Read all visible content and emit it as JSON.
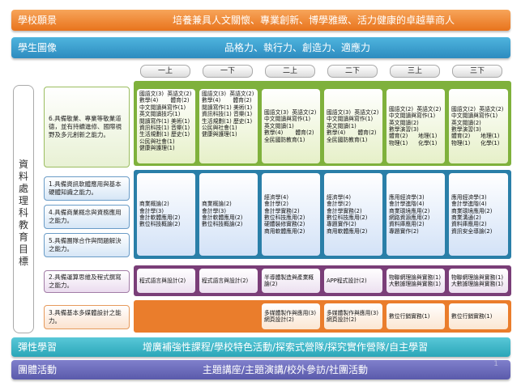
{
  "vision": {
    "label": "學校願景",
    "text": "培養兼具人文關懷、專業創新、博學雅緻、活力健康的卓越華商人"
  },
  "portrait": {
    "label": "學生圖像",
    "text": "品格力、執行力、創造力、適應力"
  },
  "sidebar": {
    "label": "資\n料\n處\n理\n科\n教\n育\n目\n標"
  },
  "semesters": [
    "一上",
    "一下",
    "二上",
    "二下",
    "三上",
    "三下"
  ],
  "goals": [
    "6.具備敬業、專業等敬業道德，並有持續進修、國際視野及多元創新之能力。",
    "1.具備資訊軟體應用與基本硬體知識之能力。",
    "4.具備商業概念與資務應用之能力。",
    "5.具備團隊合作與問題解決之能力。",
    "2.具備運算思維及程式撰寫之能力。",
    "3.具備基本多媒體設計之能力。"
  ],
  "row1": [
    "國語文(3)  英語文(2)\n數學(4)       體育(2)\n中文閱讀與寫作(1)\n英文閱讀技巧(1)\n閱讀寫作(1) 美術(1)\n資訊科技(1) 音樂(1)\n生活規劃(1) 歷史(1)\n公民與社會(1)\n健康與護理(1)",
    "國語文(3)  英語文(2)\n數學(4)       體育(2)\n閱讀寫作(1) 美術(1)\n資訊科技(1) 音樂(1)\n生活規劃(1) 歷史(1)\n公民與社會(1)\n健康與護理(1)",
    "國語文(3)  英語文(2)\n中文閱讀與寫作(1)\n英文閱讀(1)\n數學(4)       體育(2)\n全民國防教育(1)",
    "國語文(3)  英語文(2)\n中文閱讀與寫作(1)\n英文閱讀(1)\n數學(4)       體育(2)\n全民國防教育(1)",
    "國語文(2)  英語文(2)\n中文閱讀與寫作(1)\n英文閱讀(2)\n數學演習(3)\n體育(2)      地理(1)\n物理(1)      化學(1)",
    "國語文(2)  英語文(2)\n中文閱讀與寫作(1)\n英文閱讀(2)\n數學演習(3)\n體育(2)      地理(1)\n物理(1)      化學(1)"
  ],
  "row2": [
    "商業概論(2)\n會計學(3)\n會計軟體應用(2)\n數位科技概論(2)",
    "商業概論(2)\n會計學(3)\n會計軟體應用(2)\n數位科技概論(2)",
    "經濟學(4)\n會計學(2)\n會計學實務(2)\n數位科技應用(2)\n硬體裝修實務(2)\n商用軟體應用(2)",
    "經濟學(4)\n會計學(2)\n會計學實務(2)\n數位科技應用(2)\n專題實作(2)\n商用軟體應用(2)",
    "應用經濟學(3)\n會計學進階(4)\n商業環境應用(2)\n網路資源應用(2)\n資料庫應用(2)\n專題實作(2)",
    "應用經濟學(3)\n會計學進階(4)\n商業環境應用(2)\n商業溝通(2)\n資料庫應用(2)\n資訊安全導論(2)"
  ],
  "row3": [
    "程式語言與設計(2)",
    "程式語言與設計(2)",
    "半導體製造與產業概論(2)",
    "APP程式設計(2)",
    "物聯網理論與實務(1)\n大數據理論與實務(1)",
    "物聯網理論與實務(1)\n大數據理論與實務(1)"
  ],
  "row4": [
    "多媒體製作與應用(3)\n網頁設計(2)",
    "多媒體製作與應用(3)\n網頁設計(2)",
    "數位行銷實務(1)",
    "數位行銷實務(1)"
  ],
  "flex": {
    "label": "彈性學習",
    "text": "增廣補強性課程/學校特色活動/探索式營隊/探究實作營隊/自主學習"
  },
  "group": {
    "label": "團體活動",
    "text": "主題講座/主題演講/校外參訪/社團活動",
    "page": "1"
  }
}
